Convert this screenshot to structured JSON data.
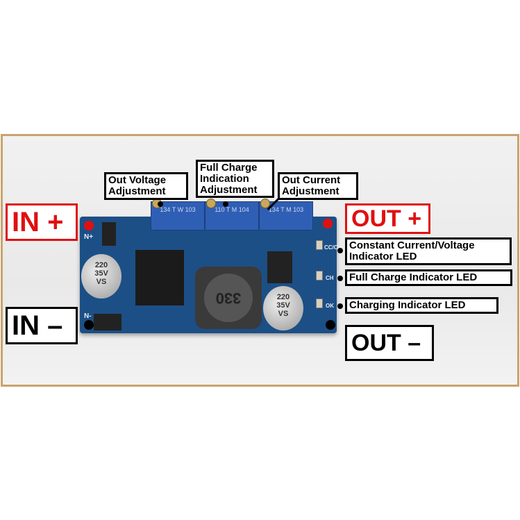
{
  "labels": {
    "in_plus": "IN +",
    "in_minus": "IN –",
    "out_plus": "OUT +",
    "out_minus": "OUT –",
    "out_voltage": [
      "Out Voltage",
      "Adjustment"
    ],
    "full_charge_indication": [
      "Full Charge",
      "Indication",
      "Adjustment"
    ],
    "out_current": [
      "Out Current",
      "Adjustment"
    ],
    "cc_cv_led": [
      "Constant Current/Voltage",
      "Indicator LED"
    ],
    "full_charge_led": "Full Charge Indicator LED",
    "charging_led": "Charging Indicator LED"
  },
  "board": {
    "pot1": "134 T W 103",
    "pot2": "110 T M 104",
    "pot3": "134 T M 103",
    "cap1": [
      "220",
      "35V",
      "VS"
    ],
    "cap2": [
      "220",
      "35V",
      "VS"
    ],
    "inductor": "330",
    "in_plus_mark": "N+",
    "in_minus_mark": "N-",
    "led1_mark": "CC/CV",
    "led2_mark": "CH",
    "led3_mark": "OK"
  },
  "colors": {
    "frame": "#c9a36e",
    "accent_red": "#e01010",
    "pcb": "#1c4f86"
  }
}
